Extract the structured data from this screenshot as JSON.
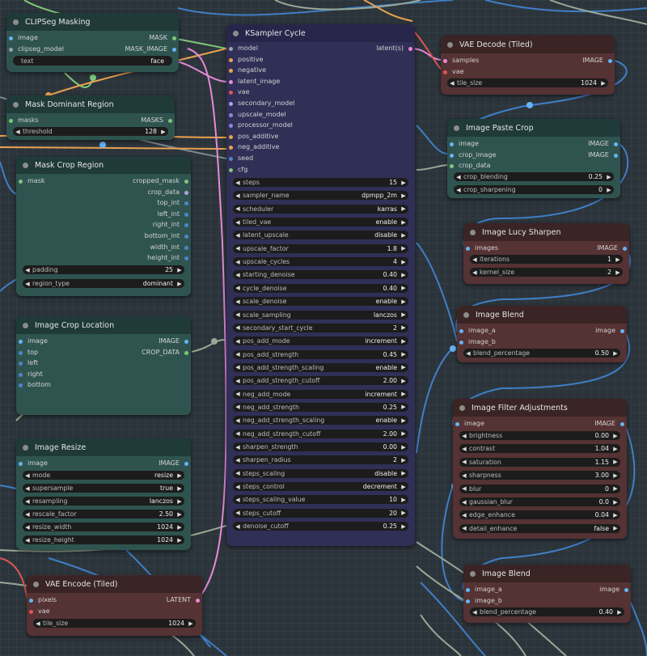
{
  "colors": {
    "canvas": "#2c343b",
    "teal_node": "#2f5450",
    "red_node": "#553233",
    "purple_node": "#302f56"
  },
  "nodes": {
    "clipseg": {
      "title": "CLIPSeg Masking",
      "inputs": [
        "image",
        "clipseg_model"
      ],
      "outputs": [
        "MASK",
        "MASK_IMAGE"
      ],
      "text_label": "text",
      "text_value": "face"
    },
    "mask_dominant": {
      "title": "Mask Dominant Region",
      "inputs": [
        "masks"
      ],
      "outputs": [
        "MASKS"
      ],
      "widgets": [
        {
          "name": "threshold",
          "value": "128"
        }
      ]
    },
    "mask_crop": {
      "title": "Mask Crop Region",
      "inputs": [
        "mask"
      ],
      "outputs": [
        "cropped_mask",
        "crop_data",
        "top_int",
        "left_int",
        "right_int",
        "bottom_int",
        "width_int",
        "height_int"
      ],
      "widgets": [
        {
          "name": "padding",
          "value": "25"
        },
        {
          "name": "region_type",
          "value": "dominant"
        }
      ]
    },
    "crop_location": {
      "title": "Image Crop Location",
      "inputs": [
        "image",
        "top",
        "left",
        "right",
        "bottom"
      ],
      "outputs": [
        "IMAGE",
        "CROP_DATA"
      ]
    },
    "resize": {
      "title": "Image Resize",
      "inputs": [
        "image"
      ],
      "outputs": [
        "IMAGE"
      ],
      "widgets": [
        {
          "name": "mode",
          "value": "resize"
        },
        {
          "name": "supersample",
          "value": "true"
        },
        {
          "name": "resampling",
          "value": "lanczos"
        },
        {
          "name": "rescale_factor",
          "value": "2.50"
        },
        {
          "name": "resize_width",
          "value": "1024"
        },
        {
          "name": "resize_height",
          "value": "1024"
        }
      ]
    },
    "vae_encode": {
      "title": "VAE Encode (Tiled)",
      "inputs": [
        "pixels",
        "vae"
      ],
      "outputs": [
        "LATENT"
      ],
      "widgets": [
        {
          "name": "tile_size",
          "value": "1024"
        }
      ]
    },
    "ksampler": {
      "title": "KSampler Cycle",
      "inputs": [
        "model",
        "positive",
        "negative",
        "latent_image",
        "vae",
        "secondary_model",
        "upscale_model",
        "processor_model",
        "pos_additive",
        "neg_additive",
        "seed",
        "cfg"
      ],
      "outputs": [
        "latent(s)"
      ],
      "widgets": [
        {
          "name": "steps",
          "value": "15"
        },
        {
          "name": "sampler_name",
          "value": "dpmpp_2m"
        },
        {
          "name": "scheduler",
          "value": "karras"
        },
        {
          "name": "tiled_vae",
          "value": "enable"
        },
        {
          "name": "latent_upscale",
          "value": "disable"
        },
        {
          "name": "upscale_factor",
          "value": "1.8"
        },
        {
          "name": "upscale_cycles",
          "value": "4"
        },
        {
          "name": "starting_denoise",
          "value": "0.40"
        },
        {
          "name": "cycle_denoise",
          "value": "0.40"
        },
        {
          "name": "scale_denoise",
          "value": "enable"
        },
        {
          "name": "scale_sampling",
          "value": "lanczos"
        },
        {
          "name": "secondary_start_cycle",
          "value": "2"
        },
        {
          "name": "pos_add_mode",
          "value": "increment"
        },
        {
          "name": "pos_add_strength",
          "value": "0.45"
        },
        {
          "name": "pos_add_strength_scaling",
          "value": "enable"
        },
        {
          "name": "pos_add_strength_cutoff",
          "value": "2.00"
        },
        {
          "name": "neg_add_mode",
          "value": "increment"
        },
        {
          "name": "neg_add_strength",
          "value": "0.25"
        },
        {
          "name": "neg_add_strength_scaling",
          "value": "enable"
        },
        {
          "name": "neg_add_strength_cutoff",
          "value": "2.00"
        },
        {
          "name": "sharpen_strength",
          "value": "0.00"
        },
        {
          "name": "sharpen_radius",
          "value": "2"
        },
        {
          "name": "steps_scaling",
          "value": "disable"
        },
        {
          "name": "steps_control",
          "value": "decrement"
        },
        {
          "name": "steps_scaling_value",
          "value": "10"
        },
        {
          "name": "steps_cutoff",
          "value": "20"
        },
        {
          "name": "denoise_cutoff",
          "value": "0.25"
        }
      ]
    },
    "vae_decode": {
      "title": "VAE Decode (Tiled)",
      "inputs": [
        "samples",
        "vae"
      ],
      "outputs": [
        "IMAGE"
      ],
      "widgets": [
        {
          "name": "tile_size",
          "value": "1024"
        }
      ]
    },
    "paste_crop": {
      "title": "Image Paste Crop",
      "inputs": [
        "image",
        "crop_image",
        "crop_data"
      ],
      "outputs": [
        "IMAGE",
        "IMAGE"
      ],
      "widgets": [
        {
          "name": "crop_blending",
          "value": "0.25"
        },
        {
          "name": "crop_sharpening",
          "value": "0"
        }
      ]
    },
    "lucy_sharpen": {
      "title": "Image Lucy Sharpen",
      "inputs": [
        "images"
      ],
      "outputs": [
        "IMAGE"
      ],
      "widgets": [
        {
          "name": "iterations",
          "value": "1"
        },
        {
          "name": "kernel_size",
          "value": "2"
        }
      ]
    },
    "blend1": {
      "title": "Image Blend",
      "inputs": [
        "image_a",
        "image_b"
      ],
      "outputs": [
        "image"
      ],
      "widgets": [
        {
          "name": "blend_percentage",
          "value": "0.50"
        }
      ]
    },
    "filter_adj": {
      "title": "Image Filter Adjustments",
      "inputs": [
        "image"
      ],
      "outputs": [
        "IMAGE"
      ],
      "widgets": [
        {
          "name": "brightness",
          "value": "0.00"
        },
        {
          "name": "contrast",
          "value": "1.04"
        },
        {
          "name": "saturation",
          "value": "1.15"
        },
        {
          "name": "sharpness",
          "value": "3.00"
        },
        {
          "name": "blur",
          "value": "0"
        },
        {
          "name": "gaussian_blur",
          "value": "0.0"
        },
        {
          "name": "edge_enhance",
          "value": "0.04"
        },
        {
          "name": "detail_enhance",
          "value": "false"
        }
      ]
    },
    "blend2": {
      "title": "Image Blend",
      "inputs": [
        "image_a",
        "image_b"
      ],
      "outputs": [
        "image"
      ],
      "widgets": [
        {
          "name": "blend_percentage",
          "value": "0.40"
        }
      ]
    }
  }
}
